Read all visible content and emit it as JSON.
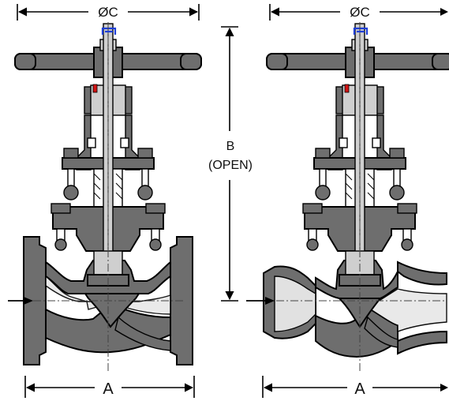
{
  "dimensions": {
    "diameter_c_label": "ØC",
    "b_label_line1": "B",
    "b_label_line2": "(OPEN)",
    "a_label": "A"
  },
  "views": [
    {
      "name": "flanged-end valve"
    },
    {
      "name": "butt-weld-end valve"
    }
  ],
  "colors": {
    "metal": "#6e6e6e",
    "steel": "#cfcfcf",
    "light": "#e8e8e8",
    "stem_top": "#1f3fd6",
    "indicator": "#d21414",
    "line": "#000000"
  },
  "icons": {
    "flow_arrow": "flow-direction-arrow-icon",
    "stem_marker": "stem-top-marker-icon",
    "position_indicator": "position-indicator-icon"
  }
}
